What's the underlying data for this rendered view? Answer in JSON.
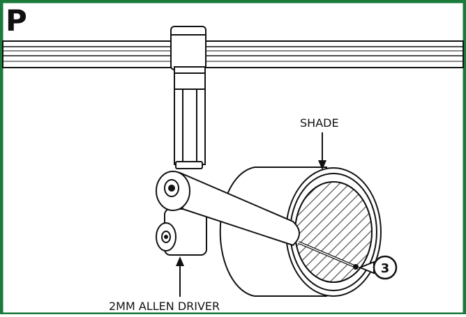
{
  "panel": {
    "letter": "P",
    "frame_color": "#1a7a3a"
  },
  "labels": {
    "shade": "SHADE",
    "driver": "2MM ALLEN DRIVER",
    "step": "3"
  }
}
